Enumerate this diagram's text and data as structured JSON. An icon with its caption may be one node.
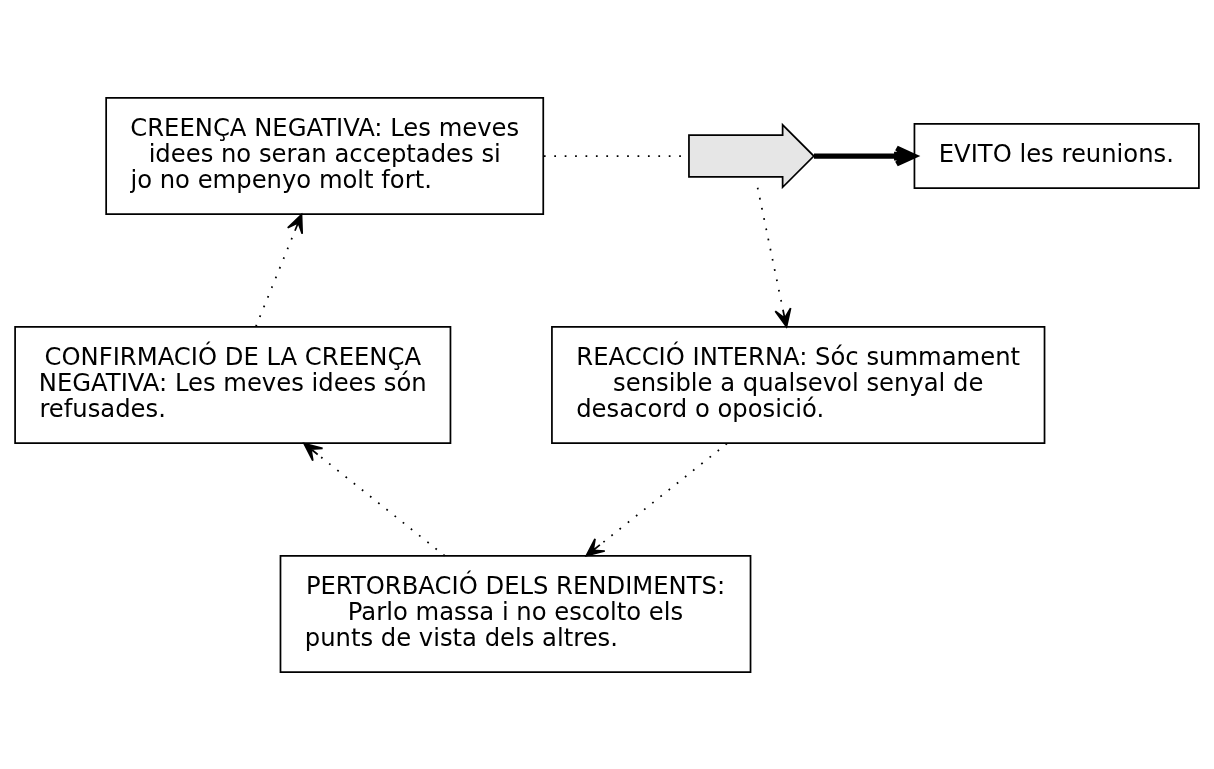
{
  "diagram": {
    "nodes": [
      {
        "text": [
          "CREENÇA NEGATIVA: Les meves idees no seran acceptades si jo no empenyo molt fort."
        ]
      },
      {
        "text": [
          "EVITO les reunions."
        ]
      },
      {
        "text": [
          "REACCIÓ INTERNA: Sóc summament sensible a qualsevol senyal de desacord o oposició."
        ]
      },
      {
        "text": [
          "PERTORBACIÓ DELS RENDIMENTS: Parlo massa i no escolto els punts de vista dels altres."
        ]
      },
      {
        "text": [
          "CONFIRMACIÓ DE LA CREENÇA NEGATIVA: Les meves idees són refusades."
        ]
      },
      {
        "text": [],
        "shape": "arrow"
      }
    ],
    "edges": [
      {
        "from": 0,
        "to": 5,
        "arrow": "none",
        "style": "dashed"
      },
      {
        "from": 5,
        "to": 1,
        "arrow": "to",
        "style": "thick"
      },
      {
        "from": 5,
        "to": 2,
        "arrow": "to",
        "style": "dashed"
      },
      {
        "from": 2,
        "to": 3,
        "arrow": "to",
        "style": "dashed"
      },
      {
        "from": 3,
        "to": 4,
        "arrow": "to",
        "style": "dashed"
      },
      {
        "from": 4,
        "to": 0,
        "arrow": "to",
        "style": "dashed"
      }
    ]
  }
}
